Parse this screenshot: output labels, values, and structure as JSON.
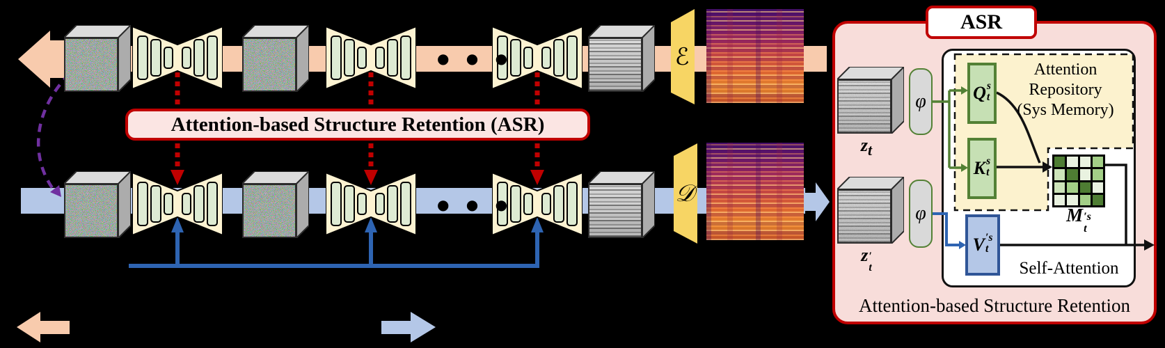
{
  "figure": {
    "asr_banner": "Attention-based Structure Retention (ASR)",
    "dots_top": "● ● ●",
    "dots_bottom": "● ● ●",
    "encoder_symbol": "ℰ",
    "decoder_symbol": "𝒟"
  },
  "asr_panel": {
    "title": "ASR",
    "phi_top": "φ",
    "phi_bottom": "φ",
    "z_t": {
      "base": "z",
      "sub": "t"
    },
    "z_t_prime": {
      "base": "z",
      "sup": "′",
      "sub": "t"
    },
    "q": {
      "base": "Q",
      "sup": "s",
      "sub": "t"
    },
    "k": {
      "base": "K",
      "sup": "s",
      "sub": "t"
    },
    "v": {
      "base": "V",
      "sup": "′s",
      "sub": "t"
    },
    "m": {
      "base": "M",
      "sup": "′s",
      "sub": "t"
    },
    "repository_lines": [
      "Attention",
      "Repository",
      "(Sys Memory)"
    ],
    "self_attention": "Self-Attention",
    "caption": "Attention-based Structure Retention",
    "matrix": {
      "rows": [
        [
          "dark",
          "pale",
          "pale",
          "medium"
        ],
        [
          "light",
          "dark",
          "pale",
          "medium"
        ],
        [
          "light",
          "medium",
          "dark",
          "pale"
        ],
        [
          "pale",
          "pale",
          "medium",
          "dark"
        ]
      ],
      "palette": {
        "dark": "#4e7d33",
        "medium": "#a3cf87",
        "light": "#cde4ba",
        "pale": "#e9f2e0"
      }
    }
  },
  "colors": {
    "forward_band": "#F8CBAD",
    "reverse_band": "#B4C7E7",
    "unet_fill": "#FDF3D2",
    "unet_bar": "#DEEBD3",
    "codec_fill": "#F7D564",
    "asr_red": "#C00000",
    "green_path": "#538135",
    "blue_path": "#2E64B2",
    "purple_link": "#7030A0",
    "panel_pink": "#F8DDDA"
  }
}
